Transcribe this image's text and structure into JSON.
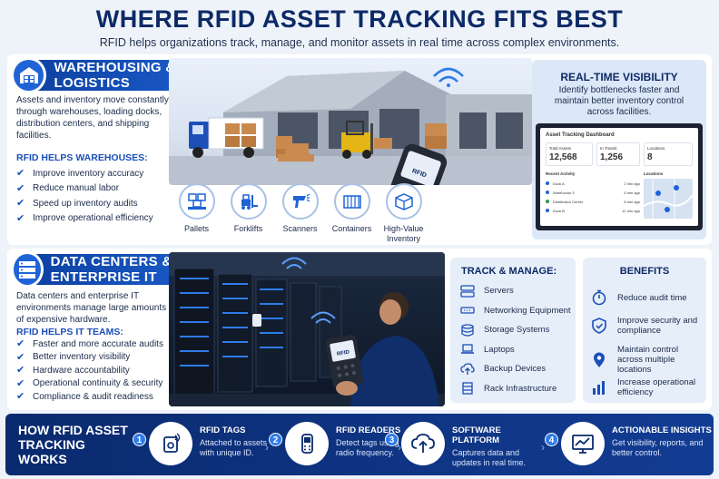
{
  "header": {
    "title": "WHERE RFID ASSET TRACKING FITS BEST",
    "subtitle": "RFID helps organizations track, manage, and monitor assets in real time across complex environments."
  },
  "warehousing": {
    "banner": "WAREHOUSING & LOGISTICS",
    "description": "Assets and inventory move constantly through warehouses, loading docks, distribution centers, and shipping facilities.",
    "helps_heading": "RFID HELPS WAREHOUSES:",
    "helps": [
      "Improve inventory accuracy",
      "Reduce manual labor",
      "Speed up inventory audits",
      "Improve operational efficiency"
    ],
    "assets": [
      {
        "label": "Pallets",
        "icon": "pallet-icon"
      },
      {
        "label": "Forklifts",
        "icon": "forklift-icon"
      },
      {
        "label": "Scanners",
        "icon": "scanner-icon"
      },
      {
        "label": "Containers",
        "icon": "container-icon"
      },
      {
        "label": "High-Value Inventory",
        "icon": "box-icon"
      }
    ]
  },
  "visibility": {
    "heading": "REAL-TIME VISIBILITY",
    "description": "Identify bottlenecks faster and maintain better inventory control across facilities.",
    "dashboard": {
      "title": "Asset Tracking Dashboard",
      "stats": [
        {
          "label": "Total Assets",
          "value": "12,568"
        },
        {
          "label": "In Transit",
          "value": "1,256"
        },
        {
          "label": "Locations",
          "value": "8"
        }
      ],
      "activity_heading": "Recent Activity",
      "activity": [
        {
          "name": "Dock A",
          "time": "2 min ago"
        },
        {
          "name": "Warehouse 3",
          "time": "5 min ago"
        },
        {
          "name": "Distribution Center",
          "time": "8 min ago"
        },
        {
          "name": "Dock B",
          "time": "12 min ago"
        }
      ],
      "locations_heading": "Locations"
    }
  },
  "datacenters": {
    "banner": "DATA CENTERS & ENTERPRISE IT",
    "description": "Data centers and enterprise IT environments manage large amounts of expensive hardware.",
    "helps_heading": "RFID HELPS IT TEAMS:",
    "helps": [
      "Faster and more accurate audits",
      "Better inventory visibility",
      "Hardware accountability",
      "Operational continuity & security",
      "Compliance & audit readiness"
    ]
  },
  "track": {
    "heading": "TRACK & MANAGE:",
    "items": [
      {
        "label": "Servers",
        "icon": "server-icon"
      },
      {
        "label": "Networking Equipment",
        "icon": "network-icon"
      },
      {
        "label": "Storage Systems",
        "icon": "storage-icon"
      },
      {
        "label": "Laptops",
        "icon": "laptop-icon"
      },
      {
        "label": "Backup Devices",
        "icon": "cloud-backup-icon"
      },
      {
        "label": "Rack Infrastructure",
        "icon": "rack-icon"
      }
    ]
  },
  "benefits": {
    "heading": "BENEFITS",
    "items": [
      {
        "label": "Reduce audit time",
        "icon": "stopwatch-icon"
      },
      {
        "label": "Improve security and compliance",
        "icon": "shield-icon"
      },
      {
        "label": "Maintain control across multiple locations",
        "icon": "location-pin-icon"
      },
      {
        "label": "Increase operational efficiency",
        "icon": "bar-chart-icon"
      }
    ]
  },
  "how": {
    "title": "HOW RFID ASSET TRACKING WORKS",
    "steps": [
      {
        "num": "1",
        "title": "RFID TAGS",
        "desc": "Attached to assets with unique ID.",
        "icon": "rfid-tag-icon"
      },
      {
        "num": "2",
        "title": "RFID READERS",
        "desc": "Detect tags using radio frequency.",
        "icon": "rfid-reader-icon"
      },
      {
        "num": "3",
        "title": "SOFTWARE PLATFORM",
        "desc": "Captures data and updates in real time.",
        "icon": "cloud-upload-icon"
      },
      {
        "num": "4",
        "title": "ACTIONABLE INSIGHTS",
        "desc": "Get visibility, reports, and better control.",
        "icon": "monitor-chart-icon"
      }
    ]
  },
  "scene": {
    "reader_label": "RFID"
  },
  "colors": {
    "brand_dark": "#0d2a66",
    "brand": "#1f63d6",
    "accent_text": "#1a4fb8"
  }
}
